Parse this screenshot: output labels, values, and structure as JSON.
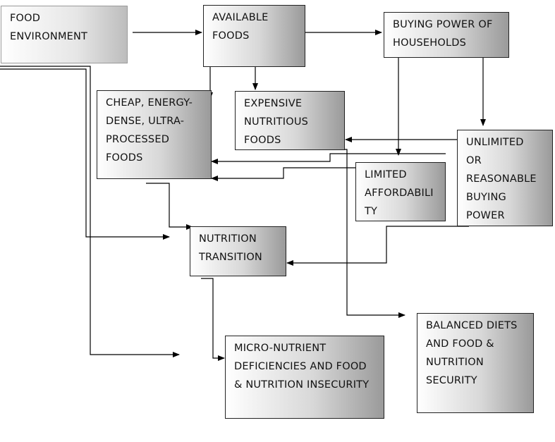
{
  "diagram": {
    "nodes": {
      "food_environment": "FOOD\nENVIRONMENT",
      "available_foods": "AVAILABLE\nFOODS",
      "buying_power": "BUYING POWER OF\nHOUSEHOLDS",
      "cheap_foods": "CHEAP, ENERGY-\nDENSE,  ULTRA-\nPROCESSED\nFOODS",
      "expensive_foods": "EXPENSIVE\nNUTRITIOUS\nFOODS",
      "unlimited_power": "UNLIMITED\nOR\nREASONABLE\nBUYING\nPOWER",
      "limited_affordability": "LIMITED\nAFFORDABILI\nTY",
      "nutrition_transition": "NUTRITION\nTRANSITION",
      "micro_nutrient": "MICRO-NUTRIENT\nDEFICIENCIES AND FOOD\n& NUTRITION INSECURITY",
      "balanced_diets": "BALANCED DIETS\nAND FOOD &\nNUTRITION\nSECURITY"
    }
  }
}
